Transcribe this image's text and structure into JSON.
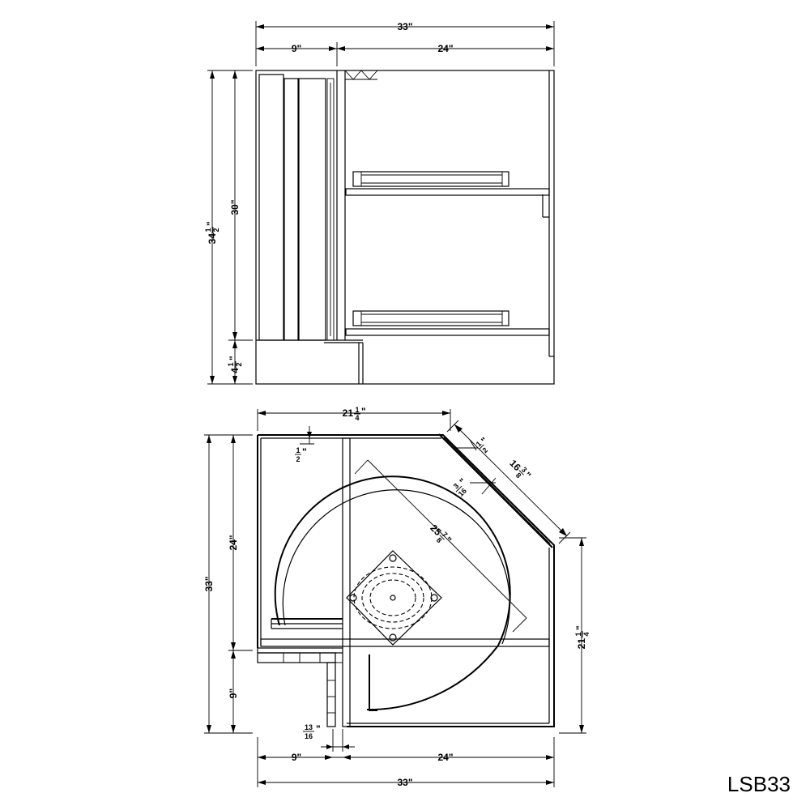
{
  "model": "LSB33",
  "front_view": {
    "dims": {
      "overall_width": "33\"",
      "left_width": "9\"",
      "right_width": "24\"",
      "overall_height_whole": "34",
      "overall_height_num": "1",
      "overall_height_den": "2",
      "overall_height_unit": "\"",
      "box_height": "30\"",
      "toe_height_whole": "4",
      "toe_height_num": "1",
      "toe_height_den": "2",
      "toe_height_unit": "\""
    }
  },
  "plan_view": {
    "dims": {
      "top_width_whole": "21",
      "top_width_num": "1",
      "top_width_den": "4",
      "top_width_unit": "\"",
      "right_depth_whole": "21",
      "right_depth_num": "1",
      "right_depth_den": "4",
      "right_depth_unit": "\"",
      "diagonal_whole": "16",
      "diagonal_num": "3",
      "diagonal_den": "8",
      "diagonal_unit": "\"",
      "tray_whole": "25",
      "tray_num": "7",
      "tray_den": "8",
      "tray_unit": "\"",
      "gap_num": "3",
      "gap_den": "16",
      "gap_unit": "\"",
      "corner_num": "1",
      "corner_den": "2",
      "corner_unit": "\"",
      "side_num": "1",
      "side_den": "2",
      "side_unit": "\"",
      "left_depth": "24\"",
      "overall_depth": "33\"",
      "lower_depth": "9\"",
      "bottom_left": "9\"",
      "bottom_right": "24\"",
      "bottom_overall": "33\"",
      "door_num": "13",
      "door_den": "16",
      "door_unit": "\""
    }
  }
}
